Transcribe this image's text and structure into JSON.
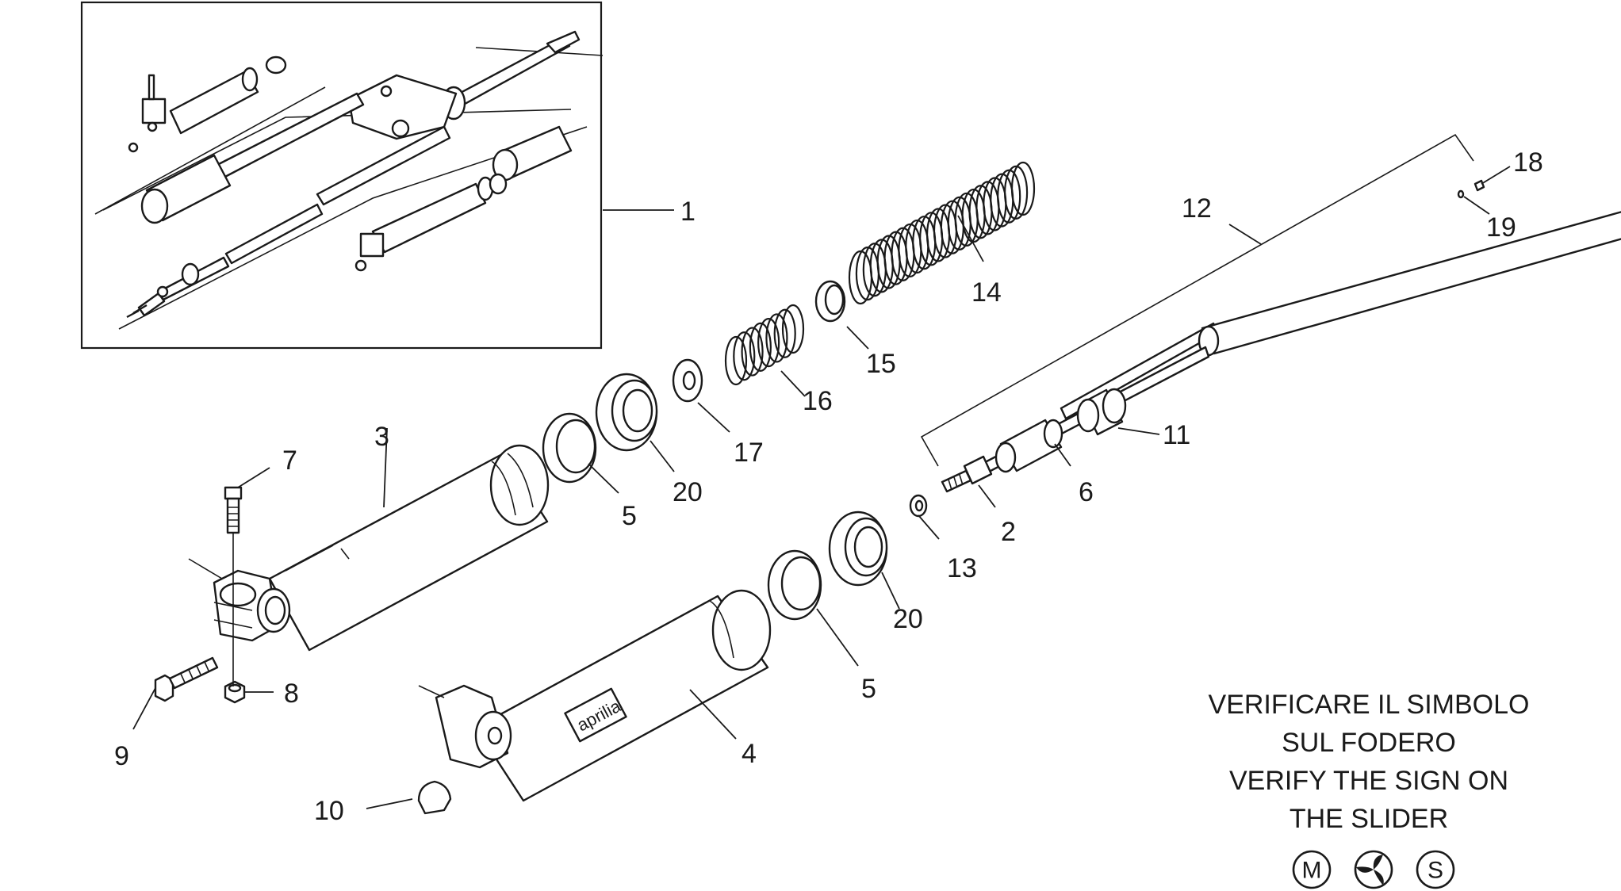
{
  "callouts": {
    "c1": "1",
    "c2": "2",
    "c3": "3",
    "c4": "4",
    "c5a": "5",
    "c5b": "5",
    "c6": "6",
    "c7": "7",
    "c8": "8",
    "c9": "9",
    "c10": "10",
    "c11": "11",
    "c12": "12",
    "c13": "13",
    "c14": "14",
    "c15": "15",
    "c16": "16",
    "c17": "17",
    "c18": "18",
    "c19": "19",
    "c20a": "20",
    "c20b": "20"
  },
  "brand_logo": "aprilia",
  "note": {
    "line1": "VERIFICARE IL SIMBOLO",
    "line2": "SUL FODERO",
    "line3": "VERIFY THE SIGN ON",
    "line4": "THE SLIDER"
  },
  "symbols": {
    "m": "M",
    "s": "S",
    "middle_icon": "triskelion-icon"
  }
}
